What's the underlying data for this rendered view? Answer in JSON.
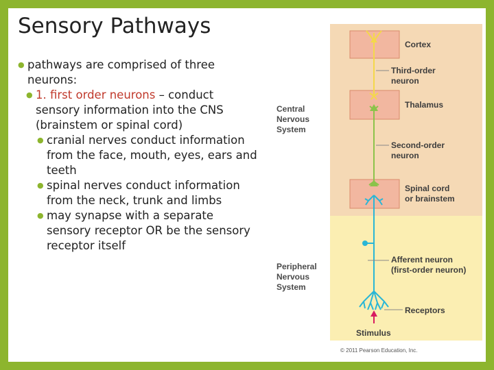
{
  "slide": {
    "title": "Sensory Pathways",
    "bullets": [
      {
        "id": "b1",
        "text": "pathways are comprised of three neurons:"
      },
      {
        "id": "b2",
        "red": "1. first order neurons",
        "rest": " – conduct sensory information into the CNS (brainstem or spinal cord)"
      },
      {
        "id": "b3",
        "text": "cranial nerves conduct information from the face, mouth, eyes, ears and teeth"
      },
      {
        "id": "b4",
        "text": "spinal nerves conduct information from the neck, trunk and limbs"
      },
      {
        "id": "b5",
        "text": "may synapse with a separate sensory receptor OR be the sensory receptor itself"
      }
    ]
  },
  "figure": {
    "side_labels": {
      "cns": "Central\nNervous\nSystem",
      "pns": "Peripheral\nNervous\nSystem"
    },
    "labels": {
      "cortex": "Cortex",
      "third_order": "Third-order\nneuron",
      "thalamus": "Thalamus",
      "second_order": "Second-order\nneuron",
      "spinal": "Spinal cord\nor brainstem",
      "afferent": "Afferent neuron\n(first-order neuron)",
      "receptors": "Receptors",
      "stimulus": "Stimulus"
    },
    "copyright": "© 2011 Pearson Education, Inc.",
    "colors": {
      "cns_bg": "#f5d9b5",
      "pns_bg": "#fbeeb2",
      "box_fill": "#f2b7a0",
      "box_stroke": "#d98a6a",
      "third_order_neuron": "#f4d84a",
      "second_order_neuron": "#8bc34a",
      "first_order_neuron": "#29b6d6",
      "stimulus_arrow": "#d81b60"
    }
  }
}
